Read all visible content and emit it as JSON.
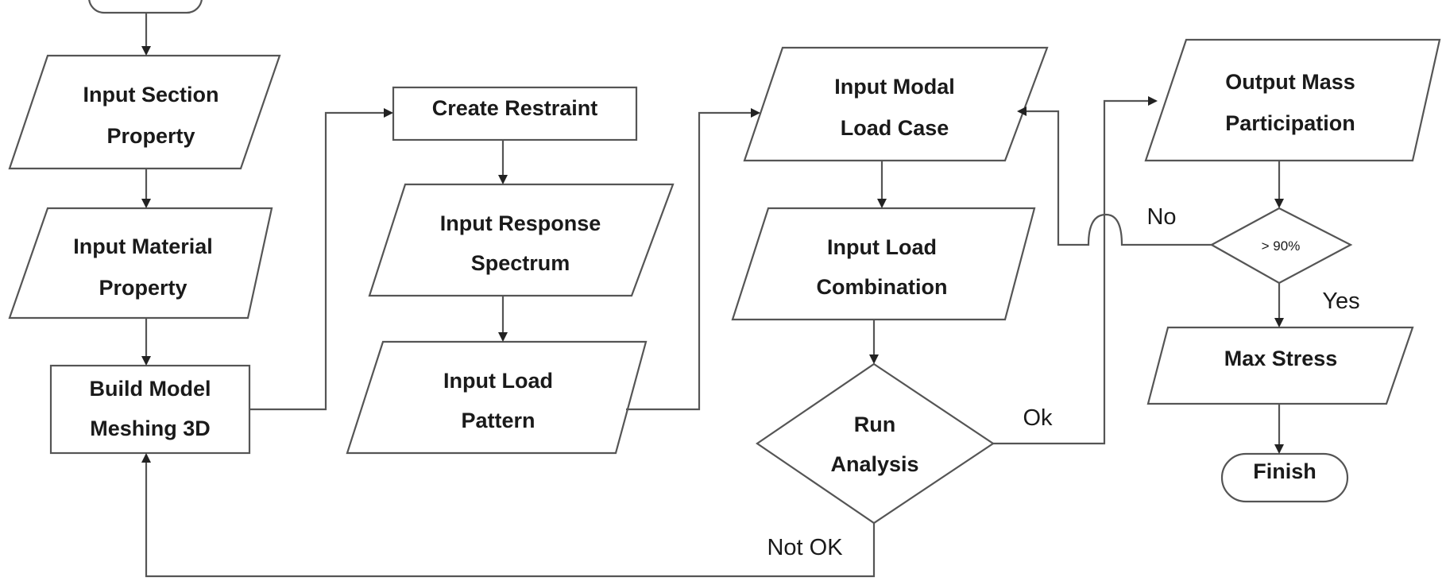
{
  "nodes": {
    "start": {
      "lines": [
        ""
      ]
    },
    "input_section_property": {
      "lines": [
        "Input Section",
        "Property"
      ]
    },
    "input_material_property": {
      "lines": [
        "Input Material",
        "Property"
      ]
    },
    "build_model": {
      "lines": [
        "Build Model",
        "Meshing 3D"
      ]
    },
    "create_restraint": {
      "lines": [
        "Create Restraint"
      ]
    },
    "input_response_spectrum": {
      "lines": [
        "Input Response",
        "Spectrum"
      ]
    },
    "input_load_pattern": {
      "lines": [
        "Input Load",
        "Pattern"
      ]
    },
    "input_modal_load_case": {
      "lines": [
        "Input Modal",
        "Load Case"
      ]
    },
    "input_load_combination": {
      "lines": [
        "Input Load",
        "Combination"
      ]
    },
    "run_analysis": {
      "lines": [
        "Run",
        "Analysis"
      ]
    },
    "output_mass_participation": {
      "lines": [
        "Output Mass",
        "Participation"
      ]
    },
    "mass_check": {
      "lines": [
        "> 90%"
      ]
    },
    "max_stress": {
      "lines": [
        "Max Stress"
      ]
    },
    "finish": {
      "lines": [
        "Finish"
      ]
    }
  },
  "edge_labels": {
    "no": "No",
    "yes": "Yes",
    "ok": "Ok",
    "not_ok": "Not OK"
  },
  "colors": {
    "stroke": "#555555",
    "text": "#1a1a1a",
    "background": "#ffffff"
  }
}
